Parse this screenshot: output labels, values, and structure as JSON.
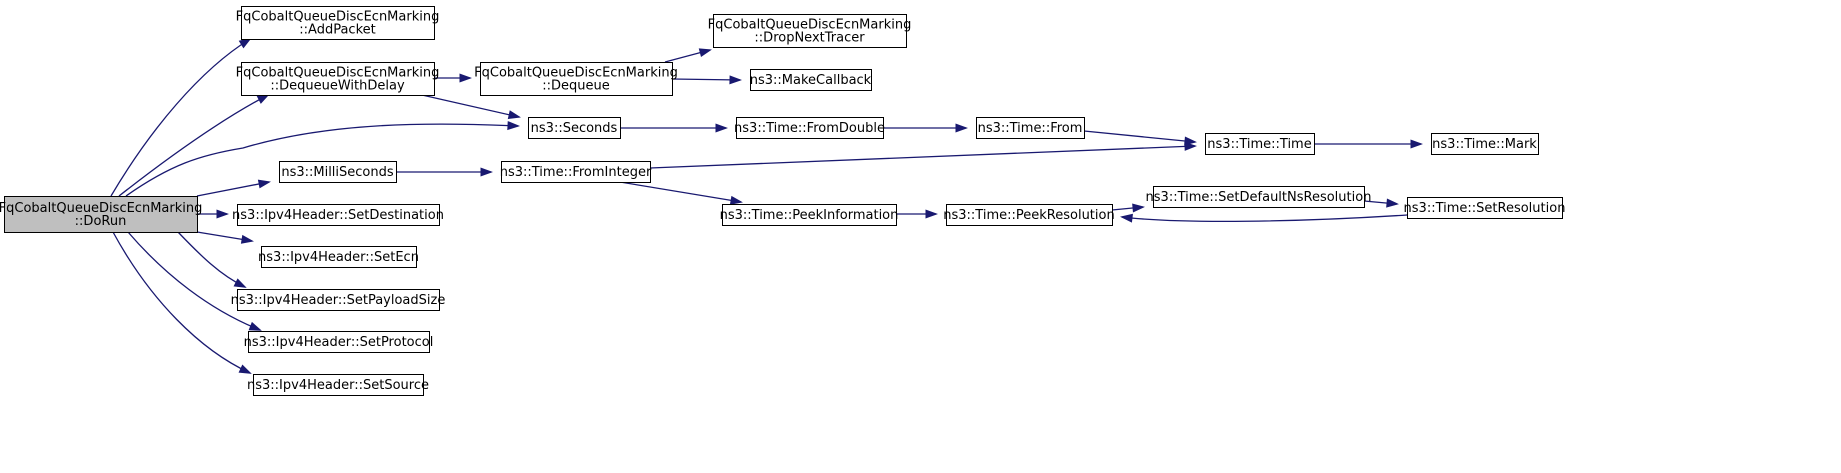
{
  "diagram": {
    "type": "call-graph",
    "edge_color": "#191970",
    "root_fill": "#bfbfbf",
    "nodes": [
      {
        "id": "n0",
        "lines": [
          "FqCobaltQueueDiscEcnMarking",
          "::DoRun"
        ],
        "root": true
      },
      {
        "id": "n1",
        "lines": [
          "FqCobaltQueueDiscEcnMarking",
          "::AddPacket"
        ]
      },
      {
        "id": "n2",
        "lines": [
          "FqCobaltQueueDiscEcnMarking",
          "::DequeueWithDelay"
        ]
      },
      {
        "id": "n3",
        "lines": [
          "ns3::Seconds"
        ]
      },
      {
        "id": "n4",
        "lines": [
          "ns3::MilliSeconds"
        ]
      },
      {
        "id": "n5",
        "lines": [
          "ns3::Ipv4Header::SetDestination"
        ]
      },
      {
        "id": "n6",
        "lines": [
          "ns3::Ipv4Header::SetEcn"
        ]
      },
      {
        "id": "n7",
        "lines": [
          "ns3::Ipv4Header::SetPayloadSize"
        ]
      },
      {
        "id": "n8",
        "lines": [
          "ns3::Ipv4Header::SetProtocol"
        ]
      },
      {
        "id": "n9",
        "lines": [
          "ns3::Ipv4Header::SetSource"
        ]
      },
      {
        "id": "n10",
        "lines": [
          "FqCobaltQueueDiscEcnMarking",
          "::Dequeue"
        ]
      },
      {
        "id": "n11",
        "lines": [
          "FqCobaltQueueDiscEcnMarking",
          "::DropNextTracer"
        ]
      },
      {
        "id": "n12",
        "lines": [
          "ns3::MakeCallback"
        ]
      },
      {
        "id": "n13",
        "lines": [
          "ns3::Time::FromDouble"
        ]
      },
      {
        "id": "n14",
        "lines": [
          "ns3::Time::FromInteger"
        ]
      },
      {
        "id": "n15",
        "lines": [
          "ns3::Time::From"
        ]
      },
      {
        "id": "n16",
        "lines": [
          "ns3::Time::Time"
        ]
      },
      {
        "id": "n17",
        "lines": [
          "ns3::Time::PeekInformation"
        ]
      },
      {
        "id": "n18",
        "lines": [
          "ns3::Time::Mark"
        ]
      },
      {
        "id": "n19",
        "lines": [
          "ns3::Time::PeekResolution"
        ]
      },
      {
        "id": "n20",
        "lines": [
          "ns3::Time::SetDefaultNsResolution"
        ]
      },
      {
        "id": "n21",
        "lines": [
          "ns3::Time::SetResolution"
        ]
      }
    ],
    "edges": [
      {
        "from": "n0",
        "to": "n1"
      },
      {
        "from": "n0",
        "to": "n2"
      },
      {
        "from": "n0",
        "to": "n3"
      },
      {
        "from": "n0",
        "to": "n4"
      },
      {
        "from": "n0",
        "to": "n5"
      },
      {
        "from": "n0",
        "to": "n6"
      },
      {
        "from": "n0",
        "to": "n7"
      },
      {
        "from": "n0",
        "to": "n8"
      },
      {
        "from": "n0",
        "to": "n9"
      },
      {
        "from": "n2",
        "to": "n10"
      },
      {
        "from": "n2",
        "to": "n3"
      },
      {
        "from": "n10",
        "to": "n11"
      },
      {
        "from": "n10",
        "to": "n12"
      },
      {
        "from": "n3",
        "to": "n13"
      },
      {
        "from": "n13",
        "to": "n15"
      },
      {
        "from": "n15",
        "to": "n16"
      },
      {
        "from": "n16",
        "to": "n18"
      },
      {
        "from": "n4",
        "to": "n14"
      },
      {
        "from": "n14",
        "to": "n16"
      },
      {
        "from": "n14",
        "to": "n17"
      },
      {
        "from": "n17",
        "to": "n19"
      },
      {
        "from": "n19",
        "to": "n20"
      },
      {
        "from": "n20",
        "to": "n21"
      },
      {
        "from": "n21",
        "to": "n19"
      }
    ]
  }
}
